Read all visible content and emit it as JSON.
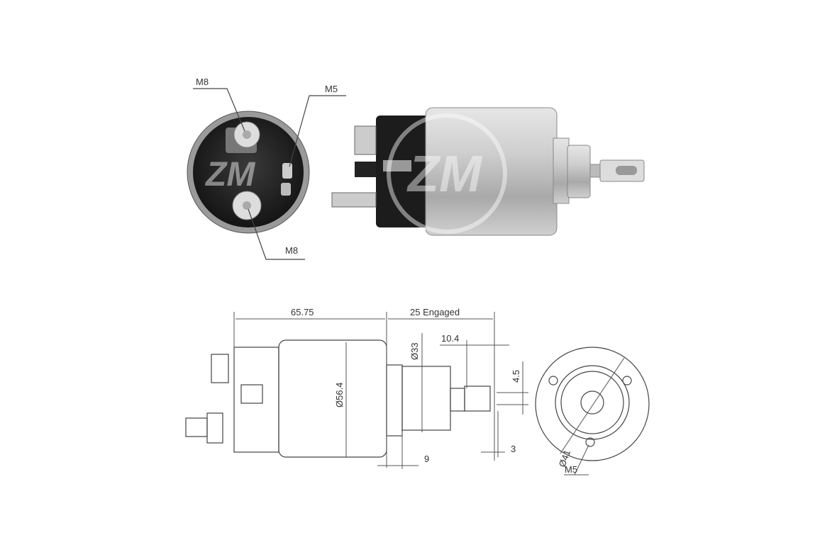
{
  "watermark": "ZM",
  "top_view": {
    "end_view_labels": {
      "terminal_top": "M8",
      "terminal_small": "M5",
      "terminal_bottom": "M8"
    }
  },
  "drawing": {
    "length": "65.75",
    "travel": "25 Engaged",
    "plunger_diameter": "Ø33",
    "eye_offset": "10.4",
    "eye_width": "4.5",
    "body_diameter": "Ø56.4",
    "collar": "9",
    "eye_thickness": "3",
    "bolt_circle": "Ø41",
    "mount_thread": "M5"
  },
  "colors": {
    "line": "#444444",
    "body_dark": "#1e1e1e",
    "body_metal": "#b8b8b8"
  }
}
